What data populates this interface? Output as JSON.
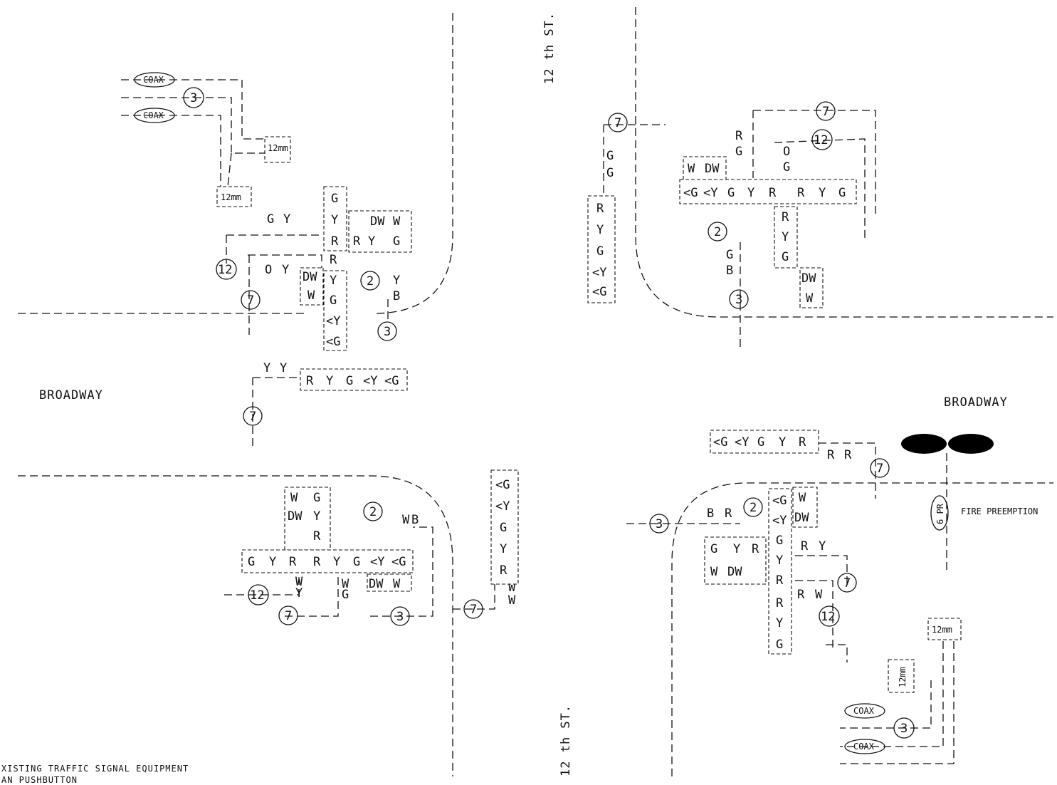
{
  "streets": {
    "broadway": "BROADWAY",
    "cross_street": "12 th ST."
  },
  "cable_labels": {
    "coax": "COAX",
    "cable_3": "3",
    "cable_12mm": "12mm",
    "cable_2": "2",
    "cable_7": "7",
    "cable_12": "12",
    "cable_6pr": "6 PR"
  },
  "fire_preemption": "FIRE PREEMPTION",
  "heads": {
    "nw_vertical": [
      "G",
      "Y",
      "R"
    ],
    "nw_ped": [
      "R",
      "Y",
      "DW",
      "G",
      "W"
    ],
    "nw_left_stack": [
      "Y",
      "G",
      "<Y",
      "<G"
    ],
    "nw_ped_left": [
      "DW",
      "W"
    ],
    "nw_horizontal": [
      "R",
      "Y",
      "G",
      "<Y",
      "<G"
    ],
    "ne_vertical": [
      "R",
      "Y",
      "G",
      "<Y",
      "<G"
    ],
    "ne_row": [
      "<G",
      "<Y",
      "G",
      "Y",
      "R",
      "R",
      "Y",
      "G"
    ],
    "ne_ped": [
      "W",
      "DW"
    ],
    "ne_lower": [
      "R",
      "Y",
      "G"
    ],
    "ne_ped_lower": [
      "DW",
      "W"
    ],
    "sw_ped": [
      "W",
      "G",
      "DW",
      "Y",
      "R"
    ],
    "sw_row": [
      "G",
      "Y",
      "R",
      "R",
      "Y",
      "G",
      "<Y",
      "<G"
    ],
    "sw_ped_lower": [
      "DW",
      "W"
    ],
    "sw_vertical": [
      "<G",
      "<Y",
      "G",
      "Y",
      "R"
    ],
    "se_row": [
      "<G",
      "<Y",
      "G",
      "Y",
      "R"
    ],
    "se_left_stack": [
      "<G",
      "<Y",
      "G",
      "Y",
      "R",
      "R",
      "Y",
      "G"
    ],
    "se_ped": [
      "W",
      "DW"
    ],
    "se_ped_lower": [
      "R",
      "Y",
      "G",
      "W",
      "DW"
    ]
  },
  "conductor_tags": {
    "nw": [
      "G",
      "Y",
      "O",
      "Y",
      "R",
      "Y",
      "B",
      "Y",
      "Y"
    ],
    "ne": [
      "R",
      "G",
      "O",
      "G",
      "G",
      "G",
      "G",
      "B"
    ],
    "sw": [
      "W",
      "B",
      "W",
      "Y",
      "W",
      "G",
      "W",
      "W"
    ],
    "se": [
      "R",
      "R",
      "B",
      "R",
      "R",
      "Y",
      "R",
      "W"
    ]
  },
  "legend": {
    "line1": "XISTING TRAFFIC SIGNAL EQUIPMENT",
    "line2": "AN PUSHBUTTON"
  }
}
